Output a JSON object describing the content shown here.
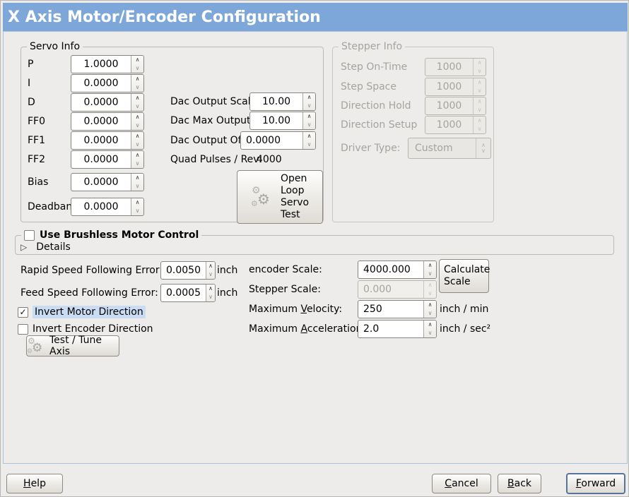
{
  "window": {
    "title": "X Axis Motor/Encoder Configuration"
  },
  "colors": {
    "titlebar": "#7da7d9",
    "background": "#edecea",
    "panel_border": "#a9c2de",
    "focus_highlight": "#cadcf4"
  },
  "servo_info": {
    "label": "Servo Info",
    "rows": [
      {
        "label": "P",
        "value": "1.0000"
      },
      {
        "label": "I",
        "value": "0.0000"
      },
      {
        "label": "D",
        "value": "0.0000"
      },
      {
        "label": "FF0",
        "value": "0.0000"
      },
      {
        "label": "FF1",
        "value": "0.0000"
      },
      {
        "label": "FF2",
        "value": "0.0000"
      },
      {
        "label": "Bias",
        "value": "0.0000"
      },
      {
        "label": "Deadband",
        "value": "0.0000"
      }
    ]
  },
  "dac": {
    "rows": [
      {
        "label": "Dac Output Scale:",
        "value": "10.00"
      },
      {
        "label": "Dac Max Output:",
        "value": "10.00"
      },
      {
        "label": "Dac Output Offset:",
        "value": "0.0000"
      }
    ],
    "quad_label": "Quad Pulses / Rev:",
    "quad_value": "4000"
  },
  "open_loop_button": {
    "lines": [
      "Open",
      "Loop",
      "Servo",
      "Test"
    ]
  },
  "stepper_info": {
    "label": "Stepper Info",
    "rows": [
      {
        "label": "Step On-Time",
        "value": "1000"
      },
      {
        "label": "Step Space",
        "value": "1000"
      },
      {
        "label": "Direction Hold",
        "value": "1000"
      },
      {
        "label": "Direction Setup",
        "value": "1000"
      }
    ],
    "driver_type_label": "Driver Type:",
    "driver_type_value": "Custom"
  },
  "brushless": {
    "label": "Use Brushless Motor Control",
    "details_label": "Details"
  },
  "following_error": {
    "rapid_label": "Rapid Speed Following Error:",
    "rapid_value": "0.0050",
    "feed_label": "Feed Speed Following Error:",
    "feed_value": "0.0005",
    "unit": "inch"
  },
  "direction": {
    "invert_motor_label": "Invert Motor Direction",
    "invert_encoder_label": "Invert Encoder Direction",
    "check_glyph": "✓"
  },
  "test_tune_button": {
    "label": "Test / Tune Axis"
  },
  "scaling": {
    "encoder_scale_label": "encoder Scale:",
    "encoder_scale_value": "4000.000",
    "calculate_button_lines": [
      "Calculate",
      "Scale"
    ],
    "stepper_scale_label": "Stepper Scale:",
    "stepper_scale_value": "0.000",
    "max_velocity": {
      "pre": "Maximum ",
      "key": "V",
      "rest": "elocity:",
      "value": "250",
      "unit": "inch / min"
    },
    "max_accel": {
      "pre": "Maximum ",
      "key": "A",
      "rest": "cceleration:",
      "value": "2.0",
      "unit": "inch / sec²"
    }
  },
  "icons": {
    "spin_up": "∧",
    "spin_down": "∨",
    "expander_collapsed": "▷",
    "gear": "⚙"
  },
  "footer": {
    "help": {
      "key": "H",
      "rest": "elp"
    },
    "cancel": {
      "key": "C",
      "rest": "ancel"
    },
    "back": {
      "key": "B",
      "rest": "ack"
    },
    "forward": {
      "key": "F",
      "rest": "orward"
    }
  }
}
